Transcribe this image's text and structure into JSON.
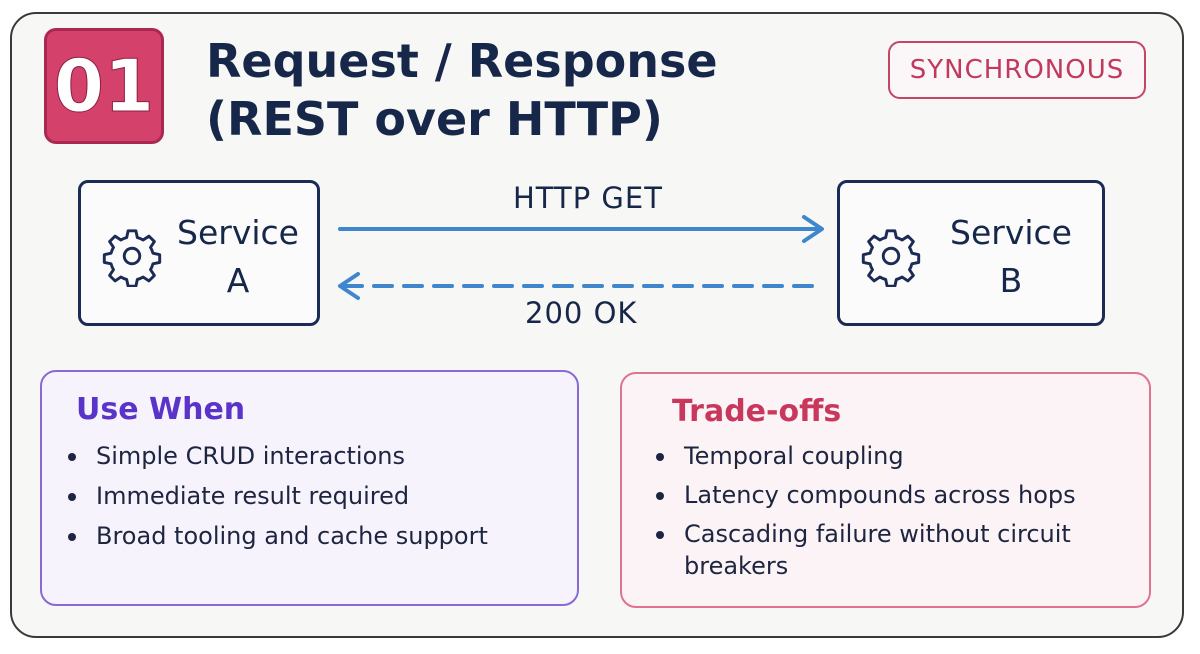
{
  "badge": {
    "number": "01"
  },
  "title": {
    "line1": "Request / Response",
    "line2": "(REST over HTTP)"
  },
  "tag": {
    "label": "SYNCHRONOUS"
  },
  "services": {
    "a": {
      "line1": "Service",
      "line2": "A",
      "icon": "gear-icon"
    },
    "b": {
      "line1": "Service",
      "line2": "B",
      "icon": "gear-icon"
    }
  },
  "flow": {
    "request_label": "HTTP GET",
    "response_label": "200 OK"
  },
  "use_when": {
    "heading": "Use When",
    "items": [
      "Simple CRUD interactions",
      "Immediate result required",
      "Broad tooling and cache support"
    ]
  },
  "trade_offs": {
    "heading": "Trade-offs",
    "items": [
      "Temporal coupling",
      "Latency compounds across hops",
      "Cascading failure without circuit breakers"
    ]
  },
  "colors": {
    "accent_pink": "#d4416b",
    "navy": "#16274a",
    "arrow_blue": "#3f86cf",
    "purple": "#5a34c9"
  }
}
